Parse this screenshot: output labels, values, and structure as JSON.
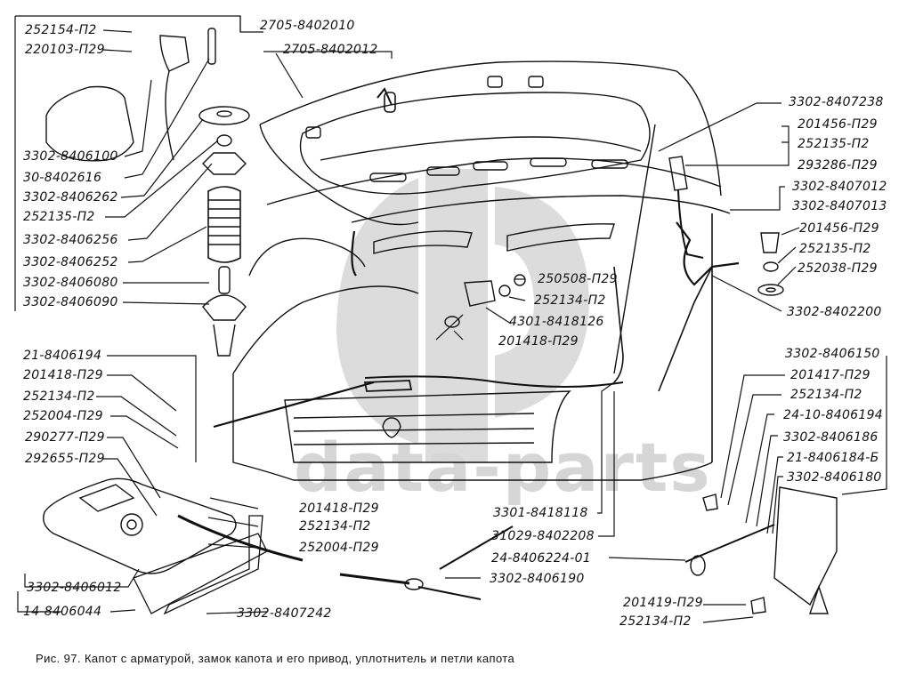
{
  "figure": {
    "caption": "Рис. 97. Капот с арматурой, замок капота и его привод, уплотнитель и петли капота",
    "watermark": "data-parts"
  },
  "callouts": {
    "top_left": [
      "252154-П2",
      "220103-П29",
      "2705-8402010",
      "2705-8402012",
      "3302-8406100",
      "30-8402616",
      "3302-8406262",
      "252135-П2",
      "3302-8406256",
      "3302-8406252",
      "3302-8406080",
      "3302-8406090"
    ],
    "lower_left": [
      "21-8406194",
      "201418-П29",
      "252134-П2",
      "252004-П29",
      "290277-П29",
      "292655-П29",
      "201418-П29",
      "252134-П2",
      "252004-П29",
      "3302-8406012",
      "14-8406044",
      "3302-8407242"
    ],
    "center": [
      "250508-П29",
      "252134-П2",
      "4301-8418126",
      "201418-П29",
      "3301-8418118",
      "31029-8402208",
      "24-8406224-01",
      "3302-8406190"
    ],
    "right_upper": [
      "3302-8407238",
      "201456-П29",
      "252135-П2",
      "293286-П29",
      "3302-8407012",
      "3302-8407013",
      "201456-П29",
      "252135-П2",
      "252038-П29",
      "3302-8402200"
    ],
    "right_lower": [
      "3302-8406150",
      "201417-П29",
      "252134-П2",
      "24-10-8406194",
      "3302-8406186",
      "21-8406184-Б",
      "3302-8406180",
      "201419-П29",
      "252134-П2"
    ]
  }
}
